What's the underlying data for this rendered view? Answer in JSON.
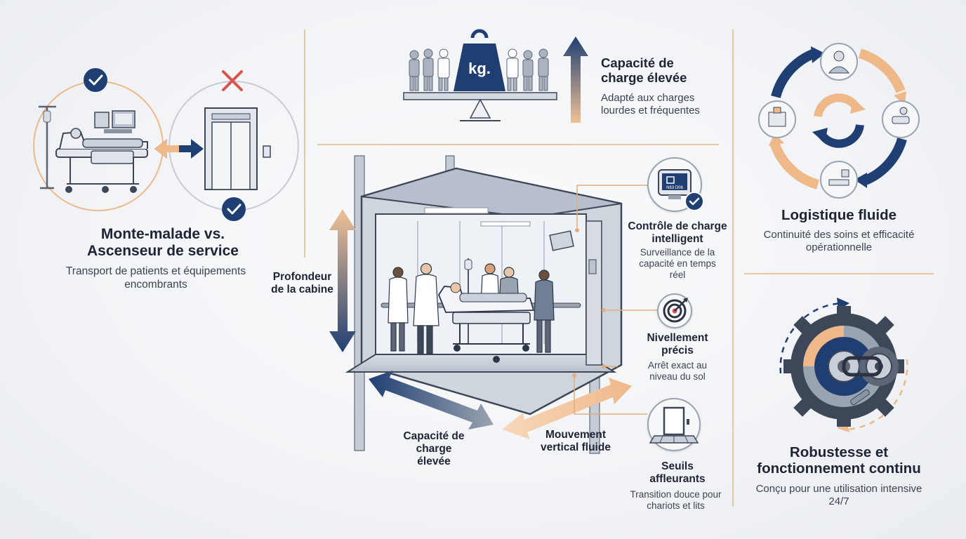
{
  "section_wheelchair": {
    "title": "Monte-malade vs. Ascenseur de service",
    "desc": "Transport de patients et équipements encombrants"
  },
  "section_capacity_top": {
    "title": "Capacité de charge élevée",
    "desc": "Adapté aux charges lourdes et fréquentes",
    "weight_label": "kg."
  },
  "section_logistics": {
    "title": "Logistique fluide",
    "desc": "Continuité des soins et efficacité opérationnelle"
  },
  "section_robust": {
    "title": "Robustesse et fonctionnement continu",
    "desc": "Conçu pour une utilisation intensive 24/7"
  },
  "cabin_labels": {
    "depth": "Profondeur de la cabine",
    "capacity": "Capacité de charge élevée",
    "vertical": "Mouvement vertical fluide"
  },
  "features": [
    {
      "title": "Contrôle de charge intelligent",
      "desc": "Surveillance de la capacité en temps réel",
      "screen_text": "N63 D06"
    },
    {
      "title": "Nivellement précis",
      "desc": "Arrêt exact au niveau du sol"
    },
    {
      "title": "Seuils affleurants",
      "desc": "Transition douce pour chariots et lits"
    }
  ],
  "colors": {
    "navy": "#1f3f73",
    "peach": "#efb889",
    "red_cross": "#d9534f",
    "divider": "#e5c7a6"
  }
}
